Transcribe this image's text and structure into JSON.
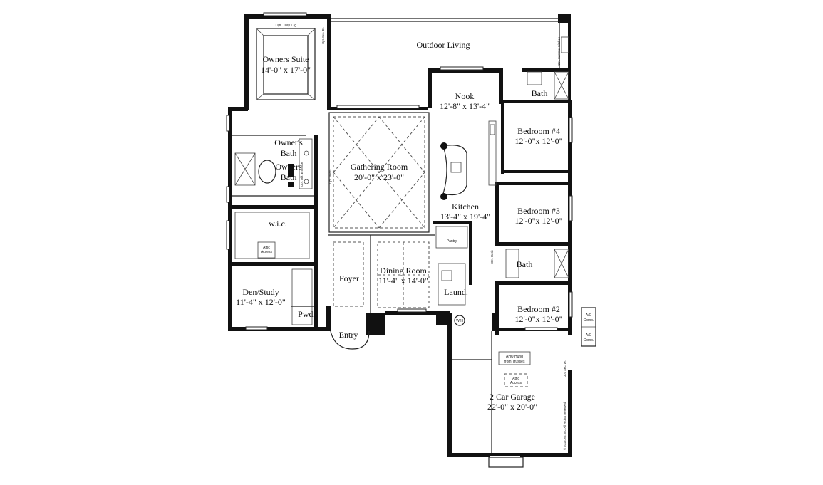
{
  "rooms": {
    "outdoor_living": "Outdoor Living",
    "owners_suite": {
      "name": "Owners Suite",
      "dims": "14'-0\" x 17'-0\""
    },
    "owners_bath_top": {
      "line1": "Owner's",
      "line2": "Bath"
    },
    "owners_bath_side": {
      "line1": "Owners",
      "line2": "Bath"
    },
    "wic": "w.i.c.",
    "den_study": {
      "name": "Den/Study",
      "dims": "11'-4\" x 12'-0\""
    },
    "pwdr": "Pwdr.",
    "foyer": "Foyer",
    "entry": "Entry",
    "dining_room": {
      "name": "Dining Room",
      "dims": "11'-4\" x 14'-0\""
    },
    "gathering_room": {
      "name": "Gathering Room",
      "dims": "20'-0\" x 23'-0\""
    },
    "nook": {
      "name": "Nook",
      "dims": "12'-8\" x 13'-4\""
    },
    "kitchen": {
      "name": "Kitchen",
      "dims": "13'-4\" x 19'-4\""
    },
    "pantry": "Pantry",
    "laund": "Laund.",
    "bath_top": "Bath",
    "bath_mid": "Bath",
    "bedroom4": {
      "name": "Bedroom #4",
      "dims": "12'-0\"x 12'-0\""
    },
    "bedroom3": {
      "name": "Bedroom #3",
      "dims": "12'-0\"x 12'-0\""
    },
    "bedroom2": {
      "name": "Bedroom #2",
      "dims": "12'-0\"x 12'-0\""
    },
    "garage": {
      "name": "2 Car Garage",
      "dims": "22'-0\" x 20'-0\""
    }
  },
  "notes": {
    "opt_tray_clg": "Opt. Tray Clg.",
    "opt_sec_dr_top": "Opt. Sec. Dr.",
    "opt_summer_kitchen": "Opt. Summer Kitchen",
    "opt_media": "Opt. Media",
    "opt_dbl_entrance": "Opt. Dbl. Entrance",
    "attic_access_1": {
      "line1": "Attic",
      "line2": "Access"
    },
    "attic_access_2": {
      "line1": "Attic",
      "line2": "Access"
    },
    "opt_desk": "Opt. Desk",
    "wh": "W/H",
    "ahu": {
      "line1": "AHU Hung",
      "line2": "from Trusses"
    },
    "ac_comp_1": {
      "line1": "A/C",
      "line2": "Comp."
    },
    "ac_comp_2": {
      "line1": "A/C",
      "line2": "Comp."
    },
    "opt_sec_dr_garage": "Opt. Sec. Dr.",
    "copyright": "© 2013 AG, Inc. All Rights Reserved"
  }
}
